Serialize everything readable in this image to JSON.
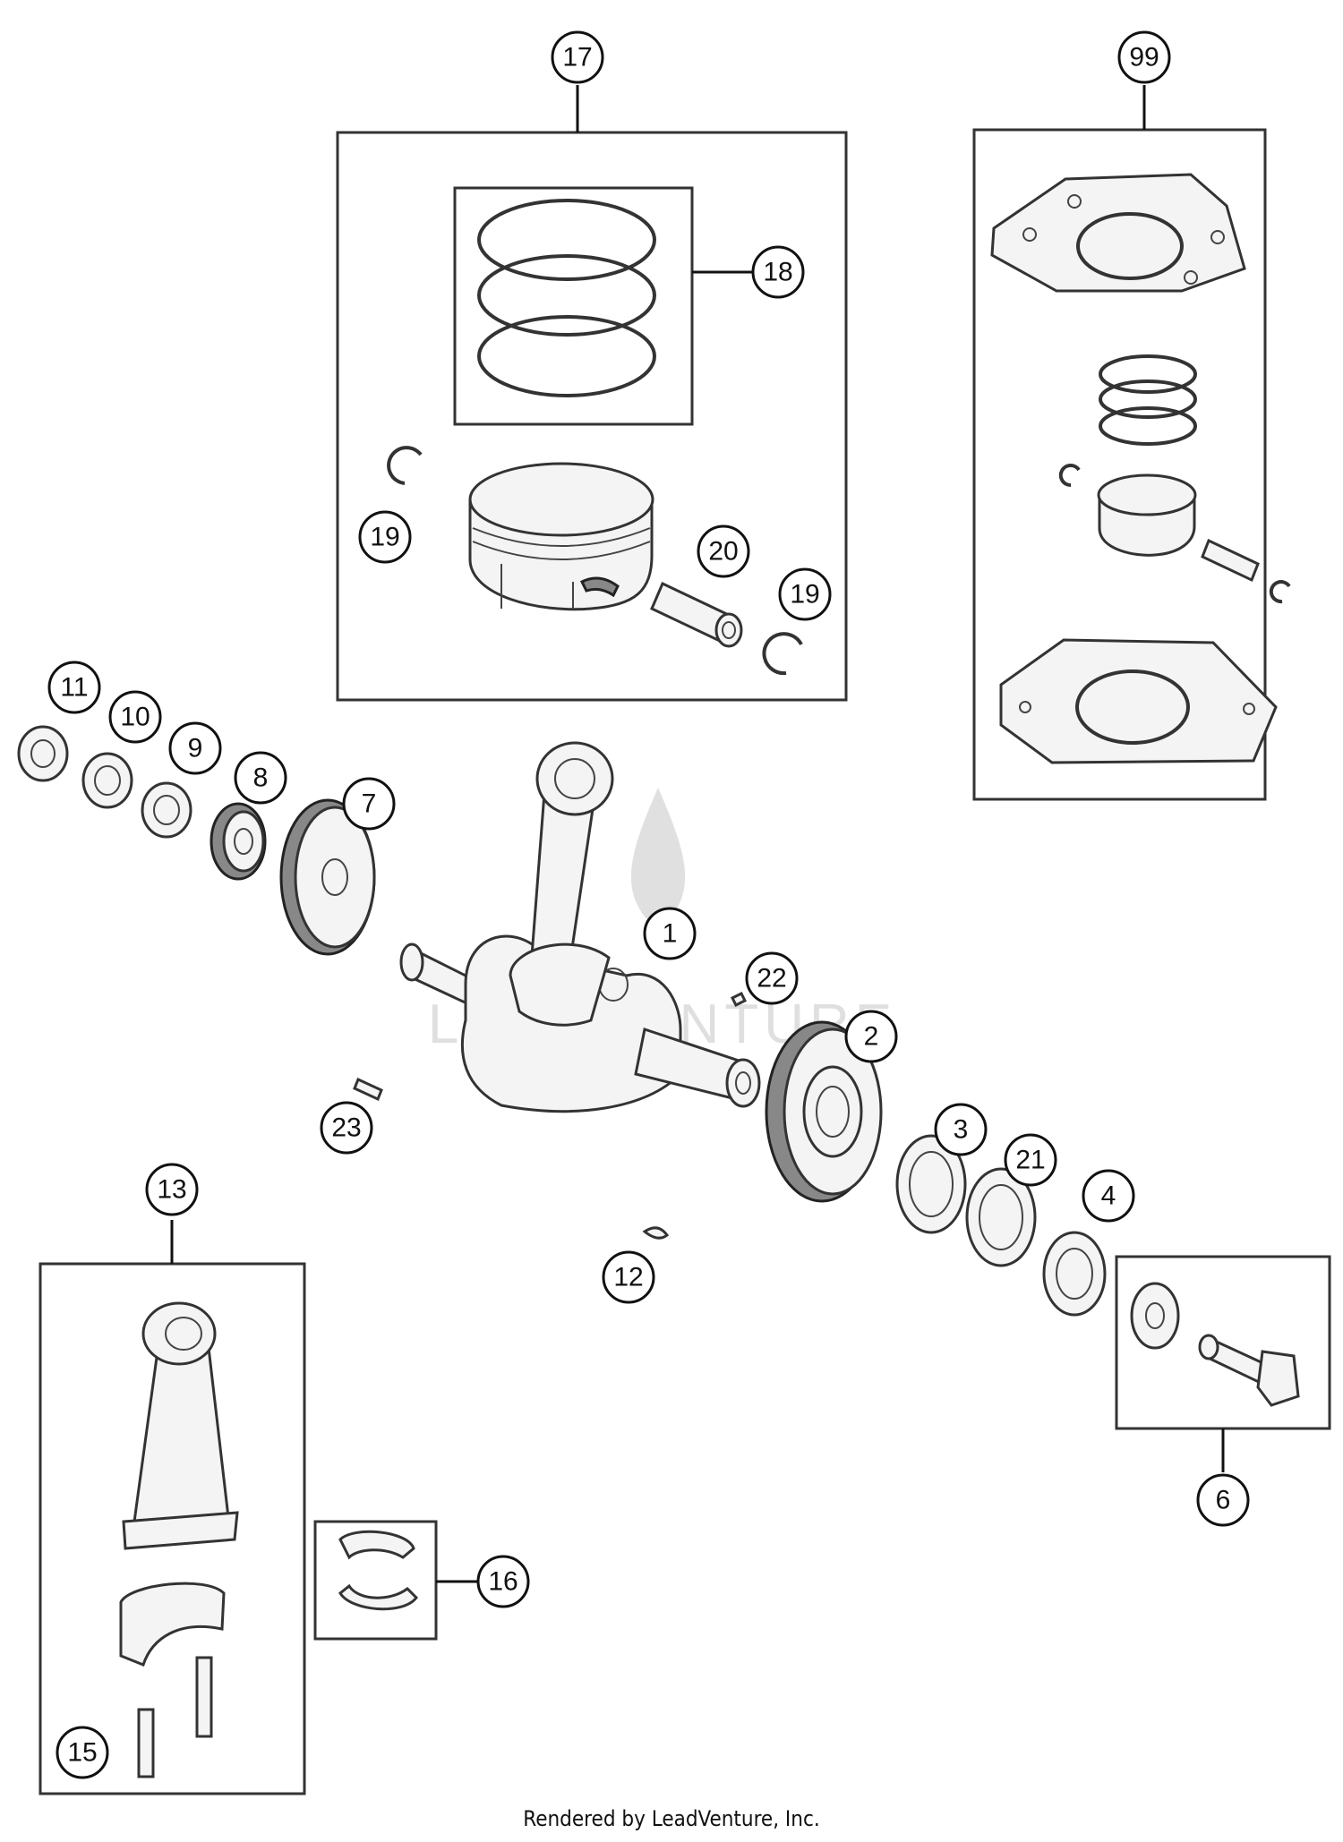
{
  "footer": "Rendered by LeadVenture, Inc.",
  "watermark": "LEADVENTURE",
  "callouts": {
    "c1": "1",
    "c2": "2",
    "c3": "3",
    "c4": "4",
    "c6": "6",
    "c7": "7",
    "c8": "8",
    "c9": "9",
    "c10": "10",
    "c11": "11",
    "c12": "12",
    "c13": "13",
    "c15": "15",
    "c16": "16",
    "c17": "17",
    "c18": "18",
    "c19a": "19",
    "c19b": "19",
    "c20": "20",
    "c21": "21",
    "c22": "22",
    "c23": "23",
    "c99": "99"
  }
}
